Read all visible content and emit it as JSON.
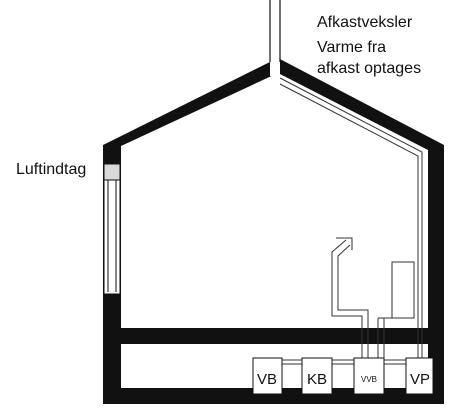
{
  "labels": {
    "exhaust_exchanger": "Afkastveksler",
    "heat_recovery_line1": "Varme fra",
    "heat_recovery_line2": "afkast optages",
    "air_intake": "Luftindtag"
  },
  "units": [
    {
      "id": "vb",
      "label": "VB"
    },
    {
      "id": "kb",
      "label": "KB"
    },
    {
      "id": "vvb",
      "label": "VVB"
    },
    {
      "id": "vp",
      "label": "VP"
    }
  ],
  "colors": {
    "wall": "#111111",
    "pipe": "#333333",
    "background": "#ffffff",
    "window": "#f2f2f2"
  }
}
